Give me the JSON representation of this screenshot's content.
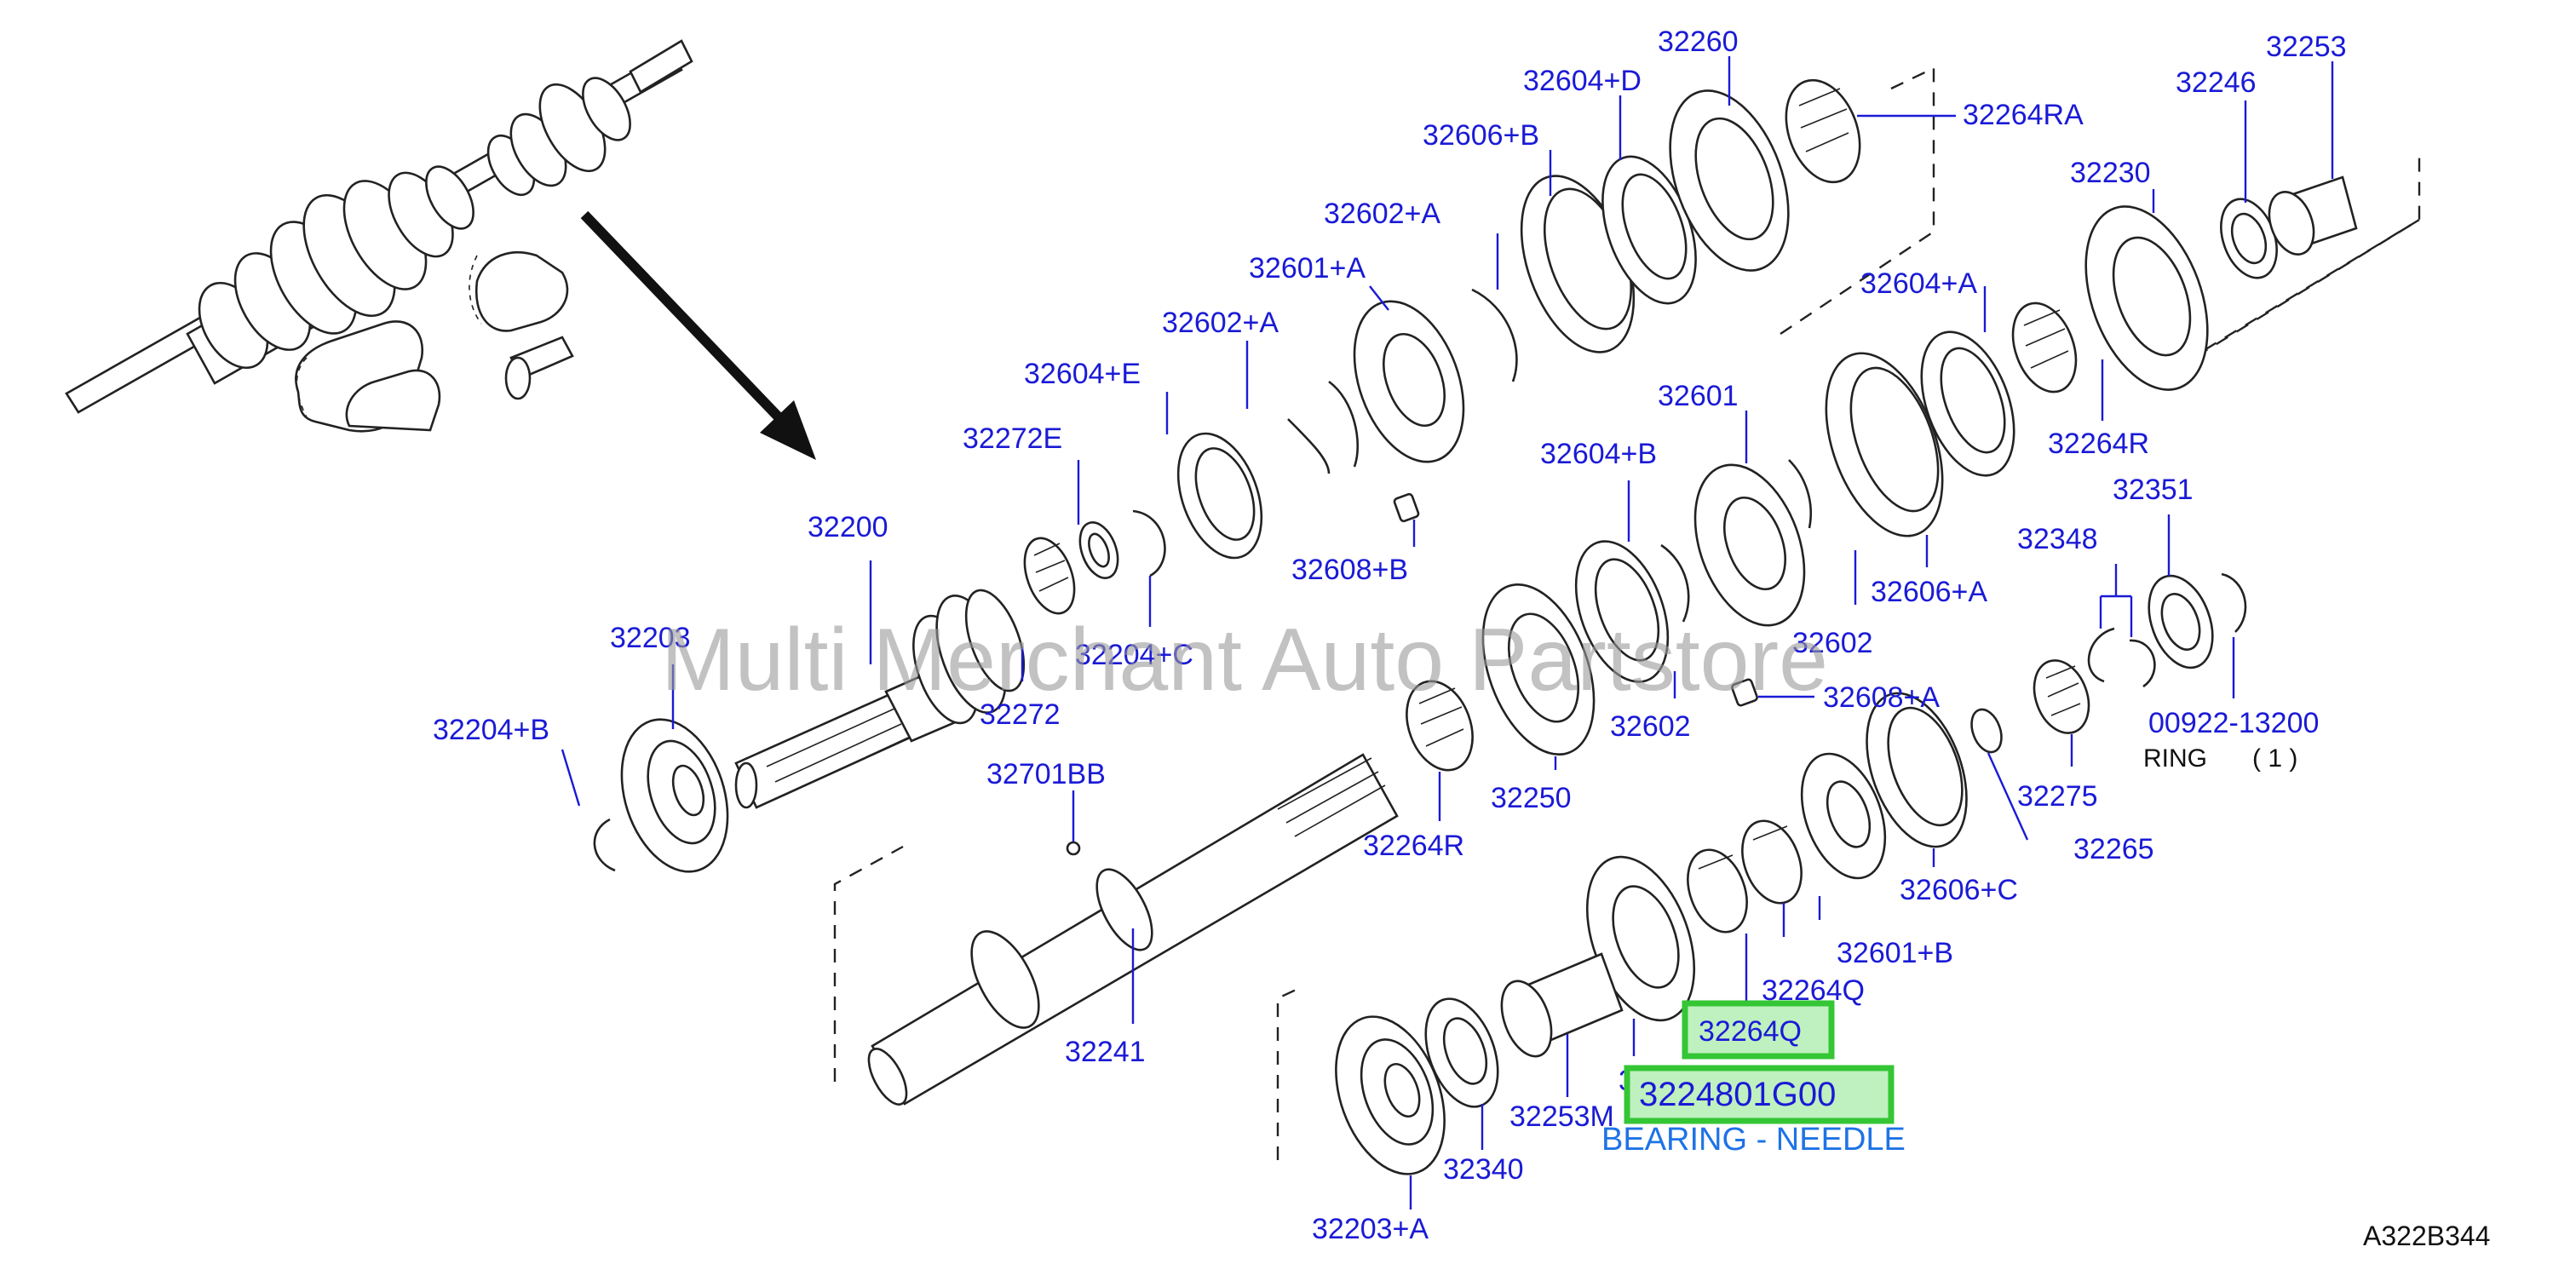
{
  "watermark": "Multi Merchant Auto Partstore",
  "diagram_code": "A322B344",
  "callouts": {
    "c32260": "32260",
    "c32604D": "32604+D",
    "c32264RA": "32264RA",
    "c32246": "32246",
    "c32253": "32253",
    "c32606B": "32606+B",
    "c32230": "32230",
    "c32602A_top": "32602+A",
    "c32601A": "32601+A",
    "c32602A_left": "32602+A",
    "c32604A": "32604+A",
    "c32604E": "32604+E",
    "c32272E": "32272E",
    "c32601": "32601",
    "c32264R_right": "32264R",
    "c32604B": "32604+B",
    "c32351": "32351",
    "c32200": "32200",
    "c32608B": "32608+B",
    "c32348": "32348",
    "c32606A": "32606+A",
    "c32203": "32203",
    "c32204C": "32204+C",
    "c32602_mid": "32602",
    "c32608A": "32608+A",
    "c32272": "32272",
    "c32602_low": "32602",
    "c00922": "00922-13200",
    "c32204B": "32204+B",
    "c32250": "32250",
    "c32275": "32275",
    "c32701BB": "32701BB",
    "c32264R_left": "32264R",
    "c32265": "32265",
    "c32606C": "32606+C",
    "c32601B": "32601+B",
    "c32264Q": "32264Q",
    "c32241": "32241",
    "c32245": "32245",
    "c32253M": "32253M",
    "c32340": "32340",
    "c32203A": "32203+A"
  },
  "ring_note": {
    "label": "RING",
    "qty": "( 1 )"
  },
  "highlight": {
    "part_code": "32264Q",
    "part_number": "3224801G00",
    "description": "BEARING - NEEDLE",
    "color": "#34c634"
  }
}
